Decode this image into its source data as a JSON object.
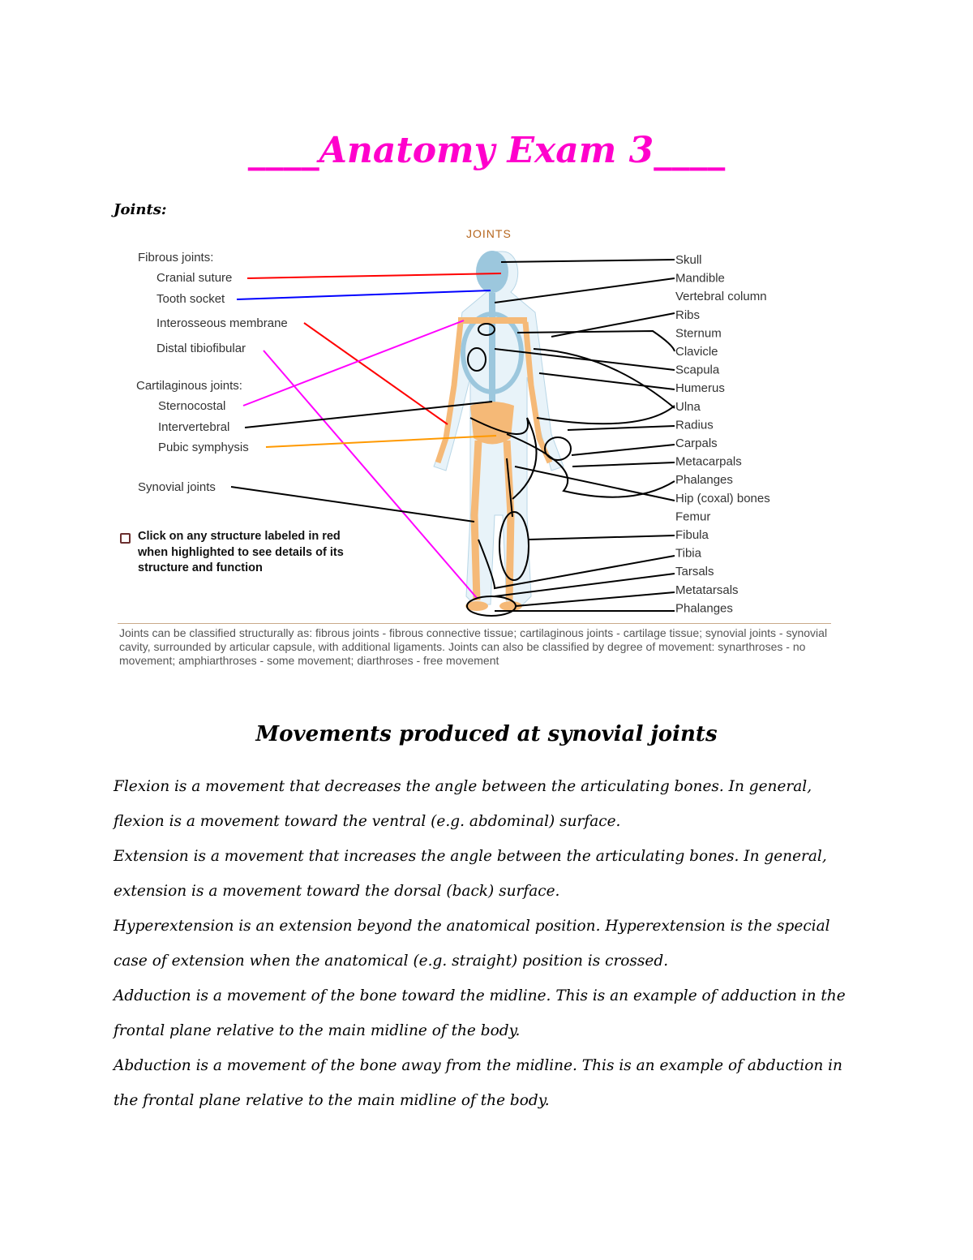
{
  "title": "____Anatomy Exam 3____",
  "section_label": "Joints:",
  "figure": {
    "heading": "JOINTS",
    "left_labels": {
      "fibrous_header": "Fibrous joints:",
      "cranial_suture": "Cranial suture",
      "tooth_socket": "Tooth socket",
      "interosseous_membrane": "Interosseous membrane",
      "distal_tibiofibular": "Distal tibiofibular",
      "cartilaginous_header": "Cartilaginous joints:",
      "sternocostal": "Sternocostal",
      "intervertebral": "Intervertebral",
      "pubic_symphysis": "Pubic symphysis",
      "synovial_joints": "Synovial joints"
    },
    "right_labels": [
      "Skull",
      "Mandible",
      "Vertebral column",
      "Ribs",
      "Sternum",
      "Clavicle",
      "Scapula",
      "Humerus",
      "Ulna",
      "Radius",
      "Carpals",
      "Metacarpals",
      "Phalanges",
      "Hip (coxal) bones",
      "Femur",
      "Fibula",
      "Tibia",
      "Tarsals",
      "Metatarsals",
      "Phalanges"
    ],
    "note": "Click on any structure labeled in red when highlighted to see details of its structure and function",
    "caption": "Joints can be classified structurally as: fibrous joints - fibrous connective tissue; cartilaginous joints - cartilage tissue; synovial joints - synovial cavity, surrounded by articular capsule, with additional ligaments. Joints can also be classified by degree of movement: synarthroses - no movement; amphiarthroses - some movement; diarthroses - free movement",
    "colors": {
      "red": "#ff0000",
      "blue": "#0000ff",
      "magenta": "#ff00ff",
      "orange": "#ff9900",
      "bone": "#f5b977",
      "skeleton_blue": "#9cc7dd"
    }
  },
  "subtitle": "Movements produced at synovial joints",
  "paragraphs": [
    "Flexion is a movement that decreases the angle between the articulating bones. In general, flexion is a movement toward the ventral (e.g. abdominal) surface.",
    "Extension is a movement that increases the angle between the articulating bones. In general, extension is a movement toward the dorsal (back) surface.",
    "Hyperextension is an extension beyond the anatomical position. Hyperextension is the special case of extension when the anatomical (e.g. straight) position is crossed.",
    "Adduction is a movement of the bone toward the midline. This is an example of adduction in the frontal plane relative to the main midline of the body.",
    "Abduction is a movement of the bone away from the midline. This is an example of abduction in the frontal plane relative to the main midline of the body."
  ]
}
